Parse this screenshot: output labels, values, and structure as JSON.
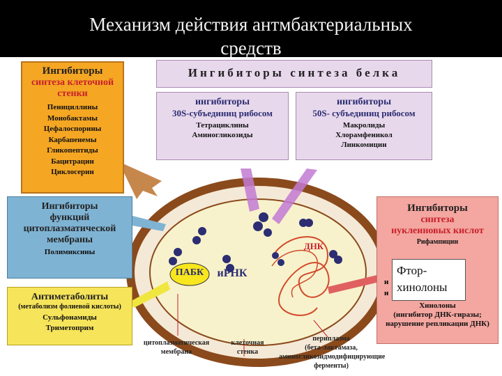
{
  "title": {
    "line1": "Механизм действия антмбактериальных",
    "line2": "средств"
  },
  "cell_wall_box": {
    "heading1": "Ингибиторы",
    "heading2": "синтеза клеточной",
    "heading3": "стенки",
    "items": [
      "Пенициллины",
      "Монобактамы",
      "Цефалоспорины",
      "Карбапенемы",
      "Гликопептиды",
      "Бацитрацин",
      "Циклосерин"
    ]
  },
  "protein_header": "Ингибиторы синтеза белка",
  "s30_box": {
    "heading1": "ингибиторы",
    "heading2": "30S-субъединиц рибосом",
    "items": [
      "Тетрациклины",
      "Аминогликозиды"
    ]
  },
  "s50_box": {
    "heading1": "ингибиторы",
    "heading2": "50S- субъединиц рибосом",
    "items": [
      "Макролиды",
      "Хлорамфеникол",
      "Линкомицин"
    ]
  },
  "membrane_box": {
    "heading1": "Ингибиторы",
    "heading2": "функций",
    "heading3": "цитоплазматической",
    "heading4": "мембраны",
    "item": "Полимиксины"
  },
  "antimetabolite_box": {
    "heading": "Антиметаболиты",
    "sub": "(метаболизм фолиевой кислоты)",
    "items": [
      "Сульфонамиды",
      "Триметоприм"
    ]
  },
  "nucleic_box": {
    "heading1": "Ингибиторы",
    "heading2": "синтеза",
    "heading3": "нуклеиновых кислот",
    "item_partial": "Рифампицин",
    "item_partial2": "и",
    "item_partial3": "н",
    "item1": "Хинолоны",
    "item2": "(ингибитор ДНК-гиразы;",
    "item3": "нарушение репликации ДНК)"
  },
  "callout": {
    "line1": "Фтор-",
    "line2": "хинолоны"
  },
  "cell_labels": {
    "pabk": "ПАБК",
    "irnk": "иРНК",
    "dnk": "ДНК",
    "membrane1": "цитоплазматическая",
    "membrane2": "мембрана",
    "wall1": "клеточная",
    "wall2": "стенка",
    "peri1": "периплазма",
    "peri2": "(бета-лактамаза,",
    "peri3": "аминогликозидмодифицирующие",
    "peri4": "ферменты)"
  },
  "colors": {
    "orange_box": "#f5a623",
    "protein_box": "#e8d8ec",
    "membrane_box": "#7fb3d3",
    "antimetabolite_box": "#f6e45a",
    "nucleic_box": "#f4a6a0",
    "cell_wall": "#8b4a1c",
    "cytoplasm": "#f7f2cc"
  }
}
